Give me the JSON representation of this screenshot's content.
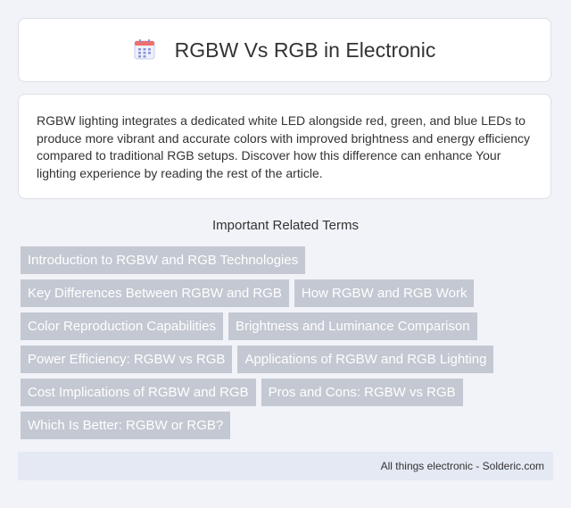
{
  "header": {
    "title": "RGBW Vs RGB in Electronic",
    "icon": "calendar-icon"
  },
  "intro": {
    "text": "RGBW lighting integrates a dedicated white LED alongside red, green, and blue LEDs to produce more vibrant and accurate colors with improved brightness and energy efficiency compared to traditional RGB setups. Discover how this difference can enhance Your lighting experience by reading the rest of the article."
  },
  "terms": {
    "title": "Important Related Terms",
    "rows": [
      [
        "Introduction to RGBW and RGB Technologies"
      ],
      [
        "Key Differences Between RGBW and RGB",
        "How RGBW and RGB Work"
      ],
      [
        "Color Reproduction Capabilities",
        "Brightness and Luminance Comparison"
      ],
      [
        "Power Efficiency: RGBW vs RGB",
        "Applications of RGBW and RGB Lighting"
      ],
      [
        "Cost Implications of RGBW and RGB",
        "Pros and Cons: RGBW vs RGB"
      ],
      [
        "Which Is Better: RGBW or RGB?"
      ]
    ]
  },
  "footer": {
    "text": "All things electronic - Solderic.com"
  },
  "colors": {
    "background": "#f1f3f8",
    "tag": "#c4c8d2",
    "footer": "#e4e9f4"
  }
}
